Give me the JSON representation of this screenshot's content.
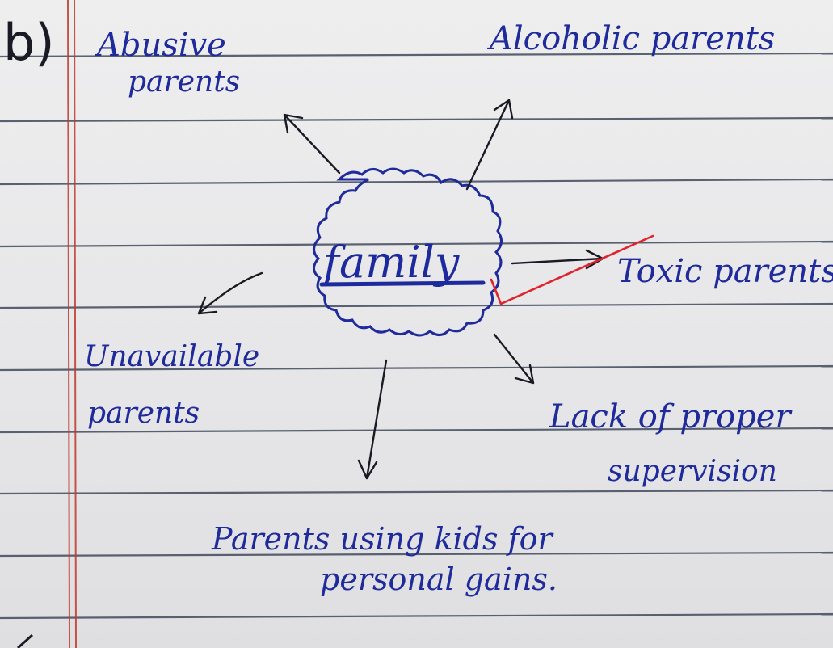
{
  "item_label": "b)",
  "center": "family",
  "nodes": {
    "top_left": {
      "line1": "Abusive",
      "line2": "parents"
    },
    "top_right": {
      "text": "Alcoholic parents"
    },
    "right": {
      "text": "Toxic parents"
    },
    "left": {
      "line1": "Unavailable",
      "line2": "parents"
    },
    "bottom_right": {
      "line1": "Lack of proper",
      "line2": "supervision"
    },
    "bottom": {
      "line1": "Parents using kids for",
      "line2": "personal gains."
    }
  },
  "colors": {
    "ink": "#1f2a9b",
    "ruled_line": "#4a5364",
    "margin_line": "#c0392b",
    "check_mark": "#e0242e",
    "paper": "#e9e9ea"
  },
  "annotations": {
    "check_mark": "red-tick"
  }
}
